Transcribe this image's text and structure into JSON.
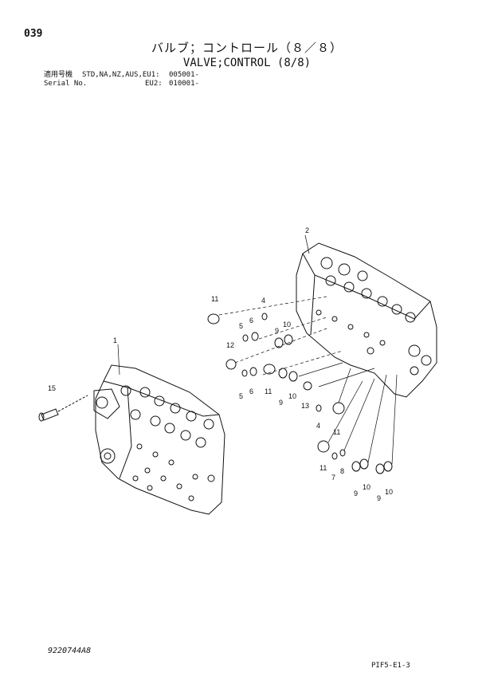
{
  "header": {
    "page_number": "039",
    "title_jp": "バルブ；コントロール（８／８）",
    "title_en": "VALVE;CONTROL (8/8)",
    "applicable_label": "適用号機",
    "applicable_models": "STD,NA,NZ,AUS,EU1:",
    "applicable_serial_1": "005001-",
    "serial_label": "Serial No.",
    "serial_model_2": "EU2:",
    "applicable_serial_2": "010001-"
  },
  "footer": {
    "part_code": "9220744A8",
    "figure_code": "PIF5-E1-3"
  },
  "callouts": [
    "1",
    "2",
    "4",
    "5",
    "6",
    "7",
    "8",
    "9",
    "10",
    "11",
    "12",
    "13",
    "15"
  ],
  "diagram": {
    "part_1": "1",
    "part_2": "2",
    "part_4a": "4",
    "part_4b": "4",
    "part_5a": "5",
    "part_5b": "5",
    "part_6a": "6",
    "part_6b": "6",
    "part_7": "7",
    "part_8": "8",
    "part_9a": "9",
    "part_9b": "9",
    "part_9c": "9",
    "part_9d": "9",
    "part_10a": "10",
    "part_10b": "10",
    "part_10c": "10",
    "part_10d": "10",
    "part_11a": "11",
    "part_11b": "11",
    "part_11c": "11",
    "part_11d": "11",
    "part_12": "12",
    "part_13": "13",
    "part_15": "15"
  }
}
